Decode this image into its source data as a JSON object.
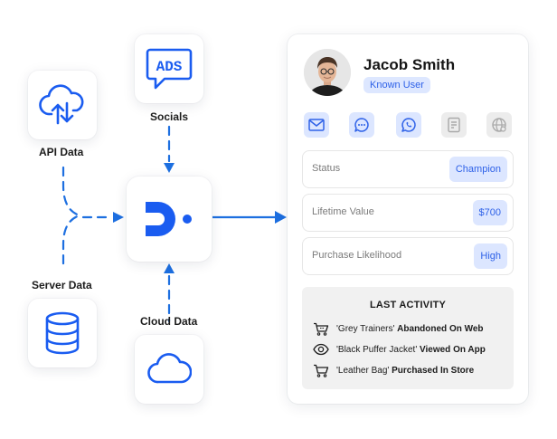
{
  "sources": {
    "api": {
      "label": "API Data",
      "icon": "cloud-sync-icon"
    },
    "socials": {
      "label": "Socials",
      "icon": "ads-speech-bubble-icon",
      "icon_text": "ADS"
    },
    "server": {
      "label": "Server Data",
      "icon": "database-icon"
    },
    "cloud": {
      "label": "Cloud Data",
      "icon": "cloud-icon"
    }
  },
  "hub": {
    "icon": "brand-logo-icon"
  },
  "colors": {
    "accent": "#1a5cf0",
    "connector": "#1d6fe0",
    "soft_accent": "#dce6ff"
  },
  "profile": {
    "name": "Jacob Smith",
    "tag": "Known User",
    "channels": [
      {
        "icon": "email-icon",
        "active": true
      },
      {
        "icon": "chat-icon",
        "active": true
      },
      {
        "icon": "whatsapp-icon",
        "active": true
      },
      {
        "icon": "device-icon",
        "active": false
      },
      {
        "icon": "web-icon",
        "active": false
      }
    ],
    "fields": [
      {
        "label": "Status",
        "value": "Champion"
      },
      {
        "label": "Lifetime Value",
        "value": "$700"
      },
      {
        "label": "Purchase Likelihood",
        "value": "High"
      }
    ],
    "activity": {
      "title": "LAST ACTIVITY",
      "items": [
        {
          "icon": "cart-icon",
          "item": "'Grey Trainers'",
          "action": "Abandoned On Web"
        },
        {
          "icon": "eye-icon",
          "item": "'Black Puffer Jacket'",
          "action": "Viewed On App"
        },
        {
          "icon": "cart-icon",
          "item": "'Leather Bag'",
          "action": "Purchased In Store"
        }
      ]
    }
  }
}
